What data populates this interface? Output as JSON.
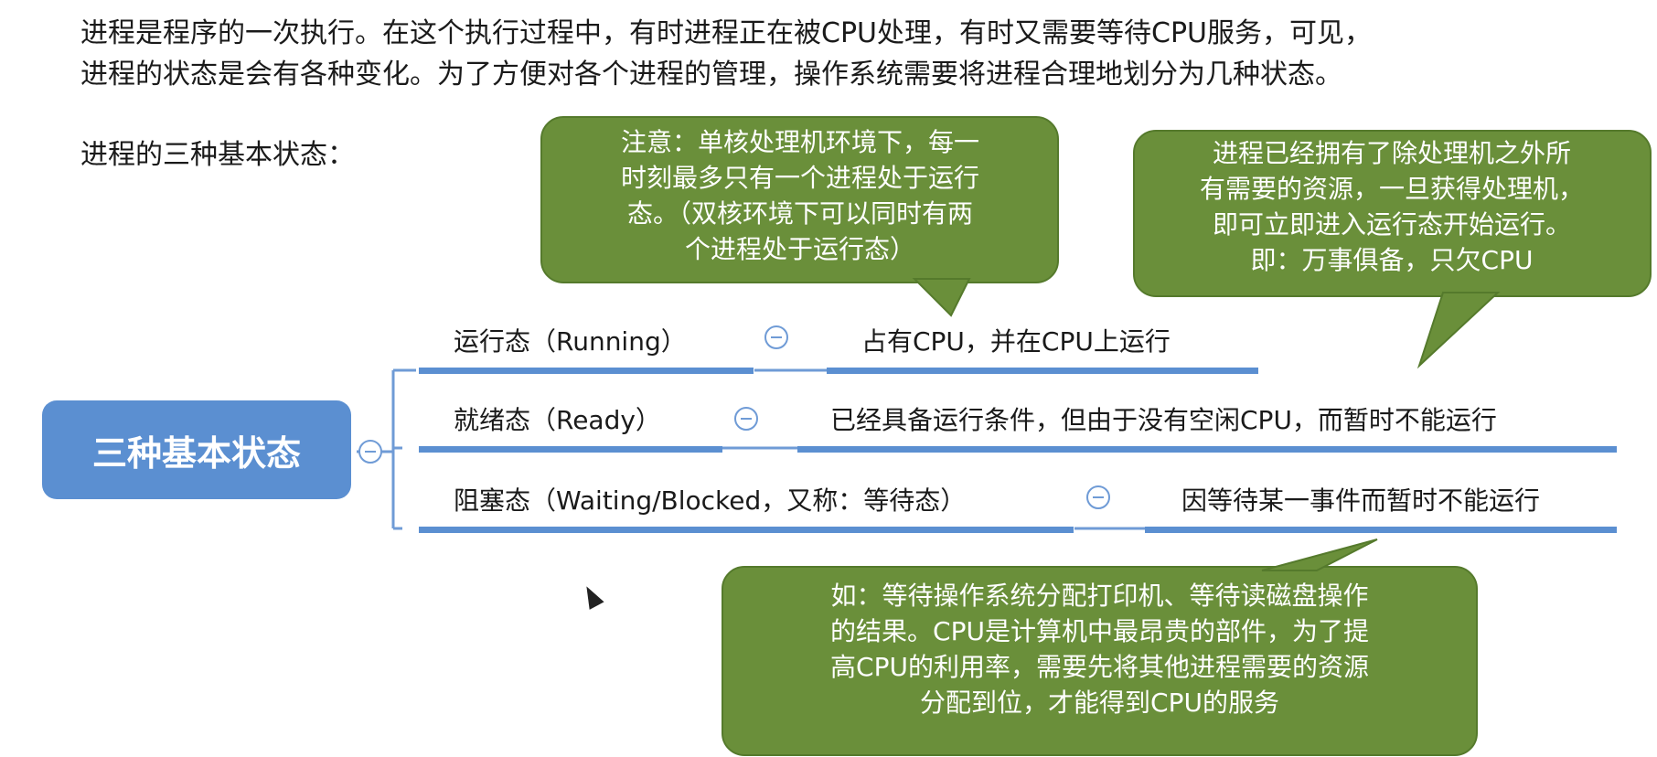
{
  "intro": {
    "line1": "进程是程序的一次执行。在这个执行过程中，有时进程正在被CPU处理，有时又需要等待CPU服务，可见，",
    "line2": "进程的状态是会有各种变化。为了方便对各个进程的管理，操作系统需要将进程合理地划分为几种状态。"
  },
  "subheading": "进程的三种基本状态：",
  "notes": {
    "single_core": [
      "注意：单核处理机环境下，每一",
      "时刻最多只有一个进程处于运行",
      "态。（双核环境下可以同时有两",
      "个进程处于运行态）"
    ],
    "ready": [
      "进程已经拥有了除处理机之外所",
      "有需要的资源，一旦获得处理机，",
      "即可立即进入运行态开始运行。",
      "即：万事俱备，只欠CPU"
    ],
    "waiting": [
      "如：等待操作系统分配打印机、等待读磁盘操作",
      "的结果。CPU是计算机中最昂贵的部件，为了提",
      "高CPU的利用率，需要先将其他进程需要的资源",
      "分配到位，才能得到CPU的服务"
    ]
  },
  "mindmap": {
    "root": "三种基本状态",
    "branches": [
      {
        "state": "运行态（Running）",
        "description": "占有CPU，并在CPU上运行"
      },
      {
        "state": "就绪态（Ready）",
        "description": "已经具备运行条件，但由于没有空闲CPU，而暂时不能运行"
      },
      {
        "state": "阻塞态（Waiting/Blocked，又称：等待态）",
        "description": "因等待某一事件而暂时不能运行"
      }
    ]
  },
  "colors": {
    "accent_blue": "#5b8fd1",
    "note_green": "#6a8f3a",
    "note_border": "#557a2c"
  }
}
